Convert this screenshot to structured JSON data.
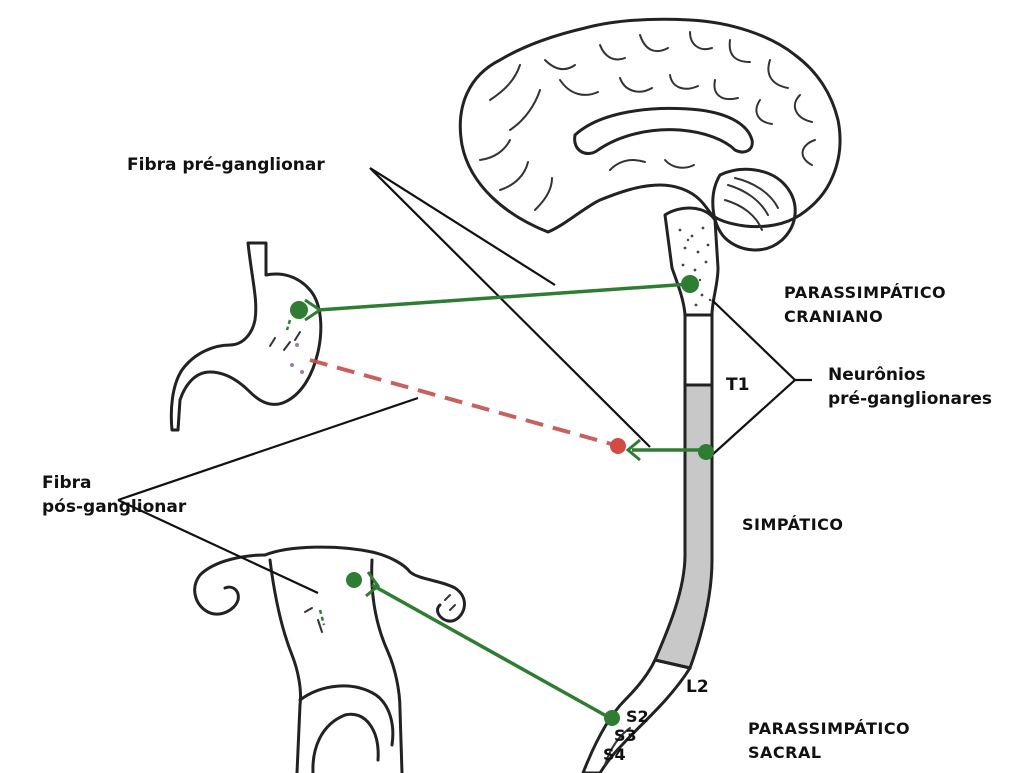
{
  "labels": {
    "fibra_pre": "Fibra pré-ganglionar",
    "parassimpatico_craniano_1": "PARASSIMPÁTICO",
    "parassimpatico_craniano_2": "CRANIANO",
    "t1": "T1",
    "neuronios_1": "Neurônios",
    "neuronios_2": "pré-ganglionares",
    "fibra_pos_1": "Fibra",
    "fibra_pos_2": "pós-ganglionar",
    "simpatico": "SIMPÁTICO",
    "l2": "L2",
    "s2": "S2",
    "s3": "S3",
    "s4": "S4",
    "parassimpatico_sacral_1": "PARASSIMPÁTICO",
    "parassimpatico_sacral_2": "SACRAL"
  },
  "colors": {
    "parasympathetic_fiber": "#2e7d32",
    "sympathetic_postganglionic": "#c0504d",
    "sympathetic_segment": "#c8c8c8",
    "outline": "#222222"
  }
}
